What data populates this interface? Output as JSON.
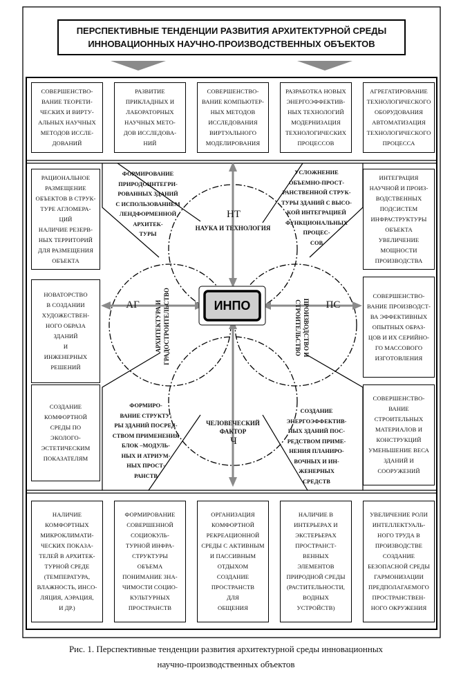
{
  "title": "ПЕРСПЕКТИВНЫЕ ТЕНДЕНЦИИ РАЗВИТИЯ АРХИТЕКТУРНОЙ СРЕДЫ\nИННОВАЦИОННЫХ НАУЧНО-ПРОИЗВОДСТВЕННЫХ ОБЪЕКТОВ",
  "top_boxes": [
    "СОВЕРШЕНСТВО-\nВАНИЕ ТЕОРЕТИ-\nЧЕСКИХ И ВИРТУ-\nАЛЬНЫХ НАУЧНЫХ\nМЕТОДОВ ИССЛЕ-\nДОВАНИЙ",
    "РАЗВИТИЕ\nПРИКЛАДНЫХ И\nЛАБОРАТОРНЫХ\nНАУЧНЫХ МЕТО-\nДОВ ИССЛЕДОВА-\nНИЙ",
    "СОВЕРШЕНСТВО-\nВАНИЕ КОМПЬЮТЕР-\nНЫХ МЕТОДОВ\nИССЛЕДОВАНИЯ\nВИРТУАЛЬНОГО\nМОДЕЛИРОВАНИЯ",
    "РАЗРАБОТКА НОВЫХ\nЭНЕРГОЭФФЕКТИВ-\nНЫХ ТЕХНОЛОГИЙ\nМОДЕРНИЗАЦИЯ\nТЕХНОЛОГИЧЕСКИХ\nПРОЦЕССОВ",
    "АГРЕГАТИРОВАНИЕ\nТЕХНОЛОГИЧЕСКОГО\nОБОРУДОВАНИЯ\nАВТОМАТИЗАЦИЯ\nТЕХНОЛОГИЧЕСКОГО\nПРОЦЕССА"
  ],
  "left_boxes": [
    "РАЦИОНАЛЬНОЕ\nРАЗМЕЩЕНИЕ\nОБЪЕКТОВ В СТРУК-\nТУРЕ АГЛОМЕРА-\nЦИЙ\nНАЛИЧИЕ РЕЗЕРВ-\nНЫХ ТЕРРИТОРИЙ\nДЛЯ РАЗМЕЩЕНИЯ\nОБЪЕКТА",
    "НОВАТОРСТВО\nВ СОЗДАНИИ\nХУДОЖЕСТВЕН-\nНОГО ОБРАЗА\nЗДАНИЙ\nИ\nИНЖЕНЕРНЫХ\nРЕШЕНИЙ",
    "СОЗДАНИЕ\nКОМФОРТНОЙ\nСРЕДЫ ПО\nЭКОЛОГО-\nЭСТЕТИЧЕСКИМ\nПОКАЗАТЕЛЯМ"
  ],
  "right_boxes": [
    "ИНТЕГРАЦИЯ\nНАУЧНОЙ И ПРОИЗ-\nВОДСТВЕННЫХ\nПОДСИСТЕМ\nИНФРАСТРУКТУРЫ\nОБЪЕКТА\nУВЕЛИЧЕНИЕ\nМОЩНОСТИ\nПРОИЗВОДСТВА",
    "СОВЕРШЕНСТВО-\nВАНИЕ ПРОИЗВОДСТ-\nВА ЭФФЕКТИВНЫХ\nОПЫТНЫХ ОБРАЗ-\nЦОВ И ИХ СЕРИЙНО-\nГО МАССОВОГО\nИЗГОТОВЛЕНИЯ",
    "СОВЕРШЕНСТВО-\nВАНИЕ\nСТРОИТЕЛЬНЫХ\nМАТЕРИАЛОВ И\nКОНСТРУКЦИЙ\nУМЕНЬШЕНИЕ ВЕСА\nЗДАНИЙ И\nСООРУЖЕНИЙ"
  ],
  "bottom_boxes": [
    "НАЛИЧИЕ\nКОМФОРТНЫХ\nМИКРОКЛИМАТИ-\nЧЕСКИХ ПОКАЗА-\nТЕЛЕЙ В АРХИТЕК-\nТУРНОЙ СРЕДЕ\n(ТЕМПЕРАТУРА,\nВЛАЖНОСТЬ, ИНСО-\nЛЯЦИЯ, АЭРАЦИЯ,\nИ ДР.)",
    "ФОРМИРОВАНИЕ\nСОВЕРШЕННОЙ\nСОЦИОКУЛЬ-\nТУРНОЙ ИНФРА-\nСТРУКТУРЫ\nОБЪЕМА\nПОНИМАНИЕ ЗНА-\nЧИМОСТИ СОЦИО-\nКУЛЬТУРНЫХ\nПРОСТРАНСТВ",
    "ОРГАНИЗАЦИЯ\nКОМФОРТНОЙ\nРЕКРЕАЦИОННОЙ\nСРЕДЫ С АКТИВНЫМ\nИ ПАССИВНЫМ\nОТДЫХОМ\nСОЗДАНИЕ\nПРОСТРАНСТВ\nДЛЯ\nОБЩЕНИЯ",
    "НАЛИЧИЕ В\nИНТЕРЬЕРАХ И\nЭКСТЕРЬЕРАХ\nПРОСТРАНСТ-\nВЕННЫХ\nЭЛЕМЕНТОВ\nПРИРОДНОЙ СРЕДЫ\n(РАСТИТЕЛЬНОСТИ,\nВОДНЫХ\nУСТРОЙСТВ)",
    "УВЕЛИЧЕНИЕ РОЛИ\nИНТЕЛЛЕКТУАЛЬ-\nНОГО ТРУДА В\nПРОИЗВОДСТВЕ\nСОЗДАНИЕ\nБЕЗОПАСНОЙ СРЕДЫ\nГАРМОНИЗАЦИИ\nПРЕДПОЛАГАЕМОГО\nПРОСТРАНСТВЕН-\nНОГО ОКРУЖЕНИЯ"
  ],
  "corner_texts": {
    "top_left": "ФОРМИРОВАНИЕ\nПРИРОДОИНТЕГРИ-\nРОВАННЫХ ЗДАНИЙ\nС ИСПОЛЬЗОВАНИЕМ\nЛЕНДФОРМЕННОЙ\nАРХИТЕК-\nТУРЫ",
    "top_right": "УСЛОЖНЕНИЕ\nОБЪЕМНО-ПРОСТ-\nРАНСТВЕННОЙ СТРУК-\nТУРЫ ЗДАНИЙ С ВЫСО-\nКОЙ ИНТЕГРАЦИЕЙ\nФУНКЦИОНАЛЬНЫХ\nПРОЦЕС-\nСОВ",
    "bottom_left": "ФОРМИРО-\nВАНИЕ СТРУКТУ-\nРЫ ЗДАНИЙ ПОСРЕД-\nСТВОМ ПРИМЕНЕНИЯ\nБЛОК –МОДУЛЬ-\nНЫХ И АТРИУМ-\nНЫХ ПРОСТ-\nРАНСТВ",
    "bottom_right": "СОЗДАНИЕ\nЭНЕРГОЭФФЕКТИВ-\nНЫХ ЗДАНИЙ ПОС-\nРЕДСТВОМ ПРИМЕ-\nНЕНИЯ ПЛАНИРО-\nВОЧНЫХ И ИН-\nЖЕНЕРНЫХ\nСРЕДСТВ"
  },
  "circles": {
    "top_letter": "НТ",
    "top_label": "НАУКА И ТЕХНОЛОГИЯ",
    "left_letter": "АГ",
    "left_label": "АРХИТЕКТУРА И\nГРАДОСТРОИТЕЛЬСТВО",
    "right_letter": "ПС",
    "right_label": "ПРОИЗВОДСТВО И\nСТРОИТЕЛЬСТВО",
    "bottom_letter": "Ч",
    "bottom_label": "ЧЕЛОВЕЧЕСКИЙ\nФАКТОР"
  },
  "center": "ИНПО",
  "caption": "Рис. 1. Перспективные тенденции развития архитектурной среды инновационных\nнаучно-производственных объектов",
  "colors": {
    "arrow": "#8a8a8a",
    "center_fill": "#cfcfcf",
    "line": "#000000"
  }
}
